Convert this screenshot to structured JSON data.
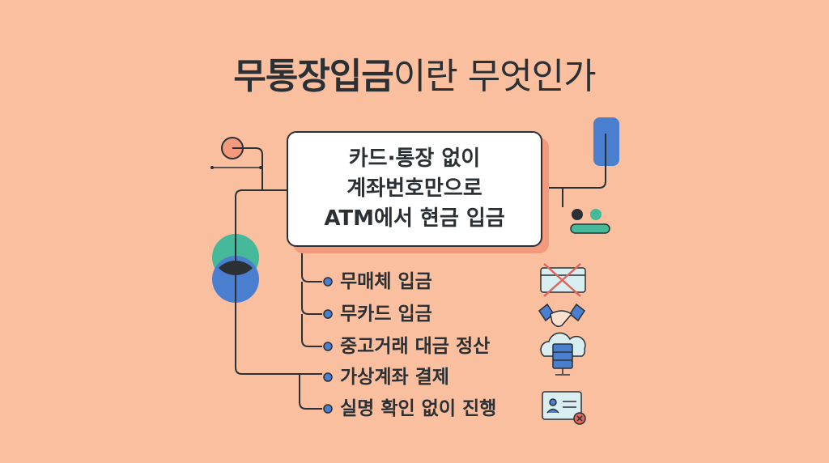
{
  "title": {
    "bold": "무통장입금",
    "rest": "이란 무엇인가"
  },
  "definition": [
    "카드·통장 없이",
    "계좌번호만으로",
    "ATM에서 현금 입금"
  ],
  "items": [
    {
      "label": "무매체 입금",
      "icon": "crossed-card-icon"
    },
    {
      "label": "무카드 입금",
      "icon": "handshake-icon"
    },
    {
      "label": "중고거래 대금 정산",
      "icon": "cloud-server-icon"
    },
    {
      "label": "가상계좌 결제",
      "icon": ""
    },
    {
      "label": "실명 확인 없이 진행",
      "icon": "id-card-x-icon"
    }
  ],
  "colors": {
    "background": "#fabf9f",
    "blue": "#4a7fcf",
    "teal": "#45b99a",
    "dark": "#2b3035",
    "accent": "#f39a7c"
  }
}
